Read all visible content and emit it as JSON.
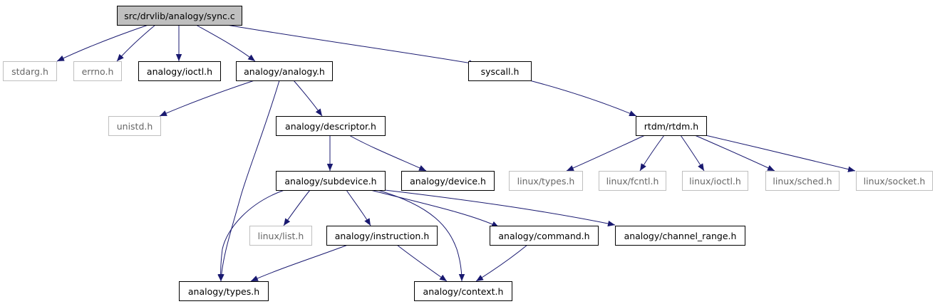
{
  "colors": {
    "edge": "#191970",
    "border": "#000000",
    "border_missing": "#bfbfbf",
    "root_fill": "#bfbfbf",
    "text": "#000000",
    "text_missing": "#666666"
  },
  "nodes": [
    {
      "id": "sync_c",
      "label": "src/drvlib/analogy/sync.c",
      "kind": "root"
    },
    {
      "id": "stdarg_h",
      "label": "stdarg.h",
      "kind": "missing"
    },
    {
      "id": "errno_h",
      "label": "errno.h",
      "kind": "missing"
    },
    {
      "id": "analogy_ioctl_h",
      "label": "analogy/ioctl.h",
      "kind": "normal"
    },
    {
      "id": "analogy_analogy_h",
      "label": "analogy/analogy.h",
      "kind": "normal"
    },
    {
      "id": "syscall_h",
      "label": "syscall.h",
      "kind": "normal"
    },
    {
      "id": "unistd_h",
      "label": "unistd.h",
      "kind": "missing"
    },
    {
      "id": "analogy_descriptor_h",
      "label": "analogy/descriptor.h",
      "kind": "normal"
    },
    {
      "id": "rtdm_rtdm_h",
      "label": "rtdm/rtdm.h",
      "kind": "normal"
    },
    {
      "id": "analogy_subdevice_h",
      "label": "analogy/subdevice.h",
      "kind": "normal"
    },
    {
      "id": "analogy_device_h",
      "label": "analogy/device.h",
      "kind": "normal"
    },
    {
      "id": "linux_types_h",
      "label": "linux/types.h",
      "kind": "missing"
    },
    {
      "id": "linux_fcntl_h",
      "label": "linux/fcntl.h",
      "kind": "missing"
    },
    {
      "id": "linux_ioctl_h",
      "label": "linux/ioctl.h",
      "kind": "missing"
    },
    {
      "id": "linux_sched_h",
      "label": "linux/sched.h",
      "kind": "missing"
    },
    {
      "id": "linux_socket_h",
      "label": "linux/socket.h",
      "kind": "missing"
    },
    {
      "id": "linux_list_h",
      "label": "linux/list.h",
      "kind": "missing"
    },
    {
      "id": "analogy_instruction_h",
      "label": "analogy/instruction.h",
      "kind": "normal"
    },
    {
      "id": "analogy_command_h",
      "label": "analogy/command.h",
      "kind": "normal"
    },
    {
      "id": "analogy_channel_range_h",
      "label": "analogy/channel_range.h",
      "kind": "normal"
    },
    {
      "id": "analogy_types_h",
      "label": "analogy/types.h",
      "kind": "normal"
    },
    {
      "id": "analogy_context_h",
      "label": "analogy/context.h",
      "kind": "normal"
    }
  ],
  "edges": [
    {
      "from": "sync_c",
      "to": "stdarg_h"
    },
    {
      "from": "sync_c",
      "to": "errno_h"
    },
    {
      "from": "sync_c",
      "to": "analogy_ioctl_h"
    },
    {
      "from": "sync_c",
      "to": "analogy_analogy_h"
    },
    {
      "from": "sync_c",
      "to": "syscall_h"
    },
    {
      "from": "analogy_analogy_h",
      "to": "unistd_h"
    },
    {
      "from": "analogy_analogy_h",
      "to": "analogy_descriptor_h"
    },
    {
      "from": "analogy_analogy_h",
      "to": "analogy_types_h"
    },
    {
      "from": "syscall_h",
      "to": "rtdm_rtdm_h"
    },
    {
      "from": "analogy_descriptor_h",
      "to": "analogy_subdevice_h"
    },
    {
      "from": "analogy_descriptor_h",
      "to": "analogy_device_h"
    },
    {
      "from": "rtdm_rtdm_h",
      "to": "linux_types_h"
    },
    {
      "from": "rtdm_rtdm_h",
      "to": "linux_fcntl_h"
    },
    {
      "from": "rtdm_rtdm_h",
      "to": "linux_ioctl_h"
    },
    {
      "from": "rtdm_rtdm_h",
      "to": "linux_sched_h"
    },
    {
      "from": "rtdm_rtdm_h",
      "to": "linux_socket_h"
    },
    {
      "from": "analogy_subdevice_h",
      "to": "linux_list_h"
    },
    {
      "from": "analogy_subdevice_h",
      "to": "analogy_instruction_h"
    },
    {
      "from": "analogy_subdevice_h",
      "to": "analogy_command_h"
    },
    {
      "from": "analogy_subdevice_h",
      "to": "analogy_channel_range_h"
    },
    {
      "from": "analogy_subdevice_h",
      "to": "analogy_types_h"
    },
    {
      "from": "analogy_subdevice_h",
      "to": "analogy_context_h"
    },
    {
      "from": "analogy_instruction_h",
      "to": "analogy_types_h"
    },
    {
      "from": "analogy_instruction_h",
      "to": "analogy_context_h"
    },
    {
      "from": "analogy_command_h",
      "to": "analogy_context_h"
    }
  ]
}
